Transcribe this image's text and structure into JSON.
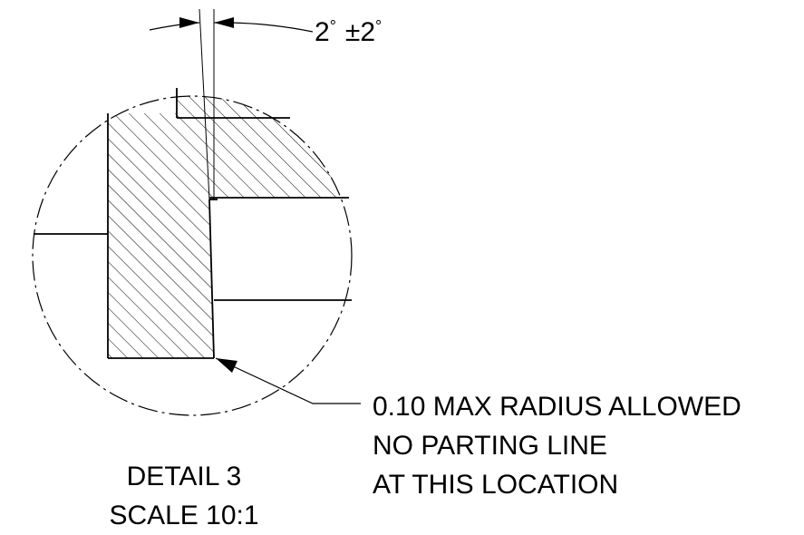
{
  "dimension": {
    "angle": "2",
    "tolerance": "±2",
    "degree_symbol": "°"
  },
  "note": {
    "line1": "0.10 MAX RADIUS ALLOWED",
    "line2": "NO PARTING LINE",
    "line3": "AT THIS LOCATION"
  },
  "detail": {
    "title": "DETAIL 3",
    "scale": "SCALE 10:1"
  },
  "colors": {
    "ink": "#000000",
    "background": "#ffffff"
  }
}
